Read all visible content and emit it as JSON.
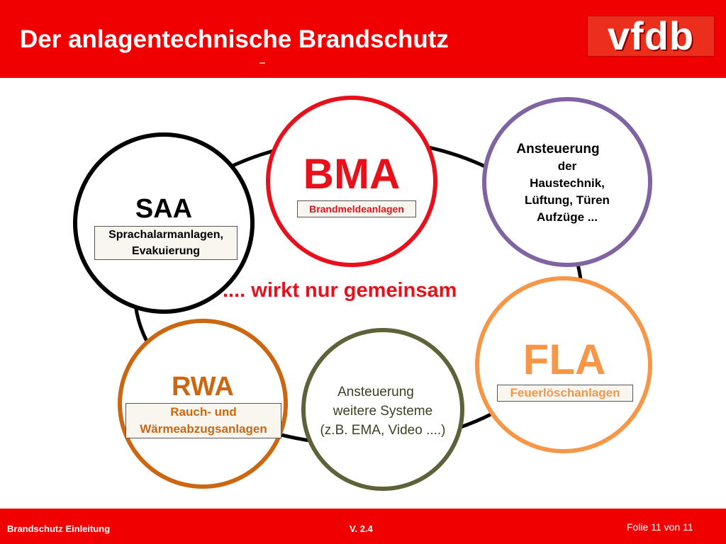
{
  "header": {
    "title": "Der anlagentechnische Brandschutz",
    "logo_text": "vfdb"
  },
  "diagram": {
    "center_text": ".... wirkt nur gemeinsam",
    "nodes": {
      "bma": {
        "abbr": "BMA",
        "name": "Brandmeldeanlagen",
        "color": "#e8101a"
      },
      "saa": {
        "abbr": "SAA",
        "name_line1": "Sprachalarmanlagen,",
        "name_line2": "Evakuierung",
        "color": "#000000"
      },
      "ansteuerung_haustechnik": {
        "line1": "Ansteuerung",
        "line2": "der",
        "line3": "Haustechnik,",
        "line4": "Lüftung, Türen",
        "line5": "Aufzüge ...",
        "color": "#8064a2"
      },
      "fla": {
        "abbr": "FLA",
        "name": "Feuerlöschanlagen",
        "color": "#f79646"
      },
      "rwa": {
        "abbr": "RWA",
        "name_line1": "Rauch- und",
        "name_line2": "Wärmeabzugsanlagen",
        "color": "#cc6611"
      },
      "ansteuerung_systeme": {
        "line1": "Ansteuerung",
        "line2": "weitere Systeme",
        "line3": "(z.B. EMA, Video ....)",
        "color": "#5f6238"
      }
    }
  },
  "footer": {
    "left": "Brandschutz Einleitung",
    "center": "V. 2.4",
    "right": "Folie 11 von 11"
  }
}
